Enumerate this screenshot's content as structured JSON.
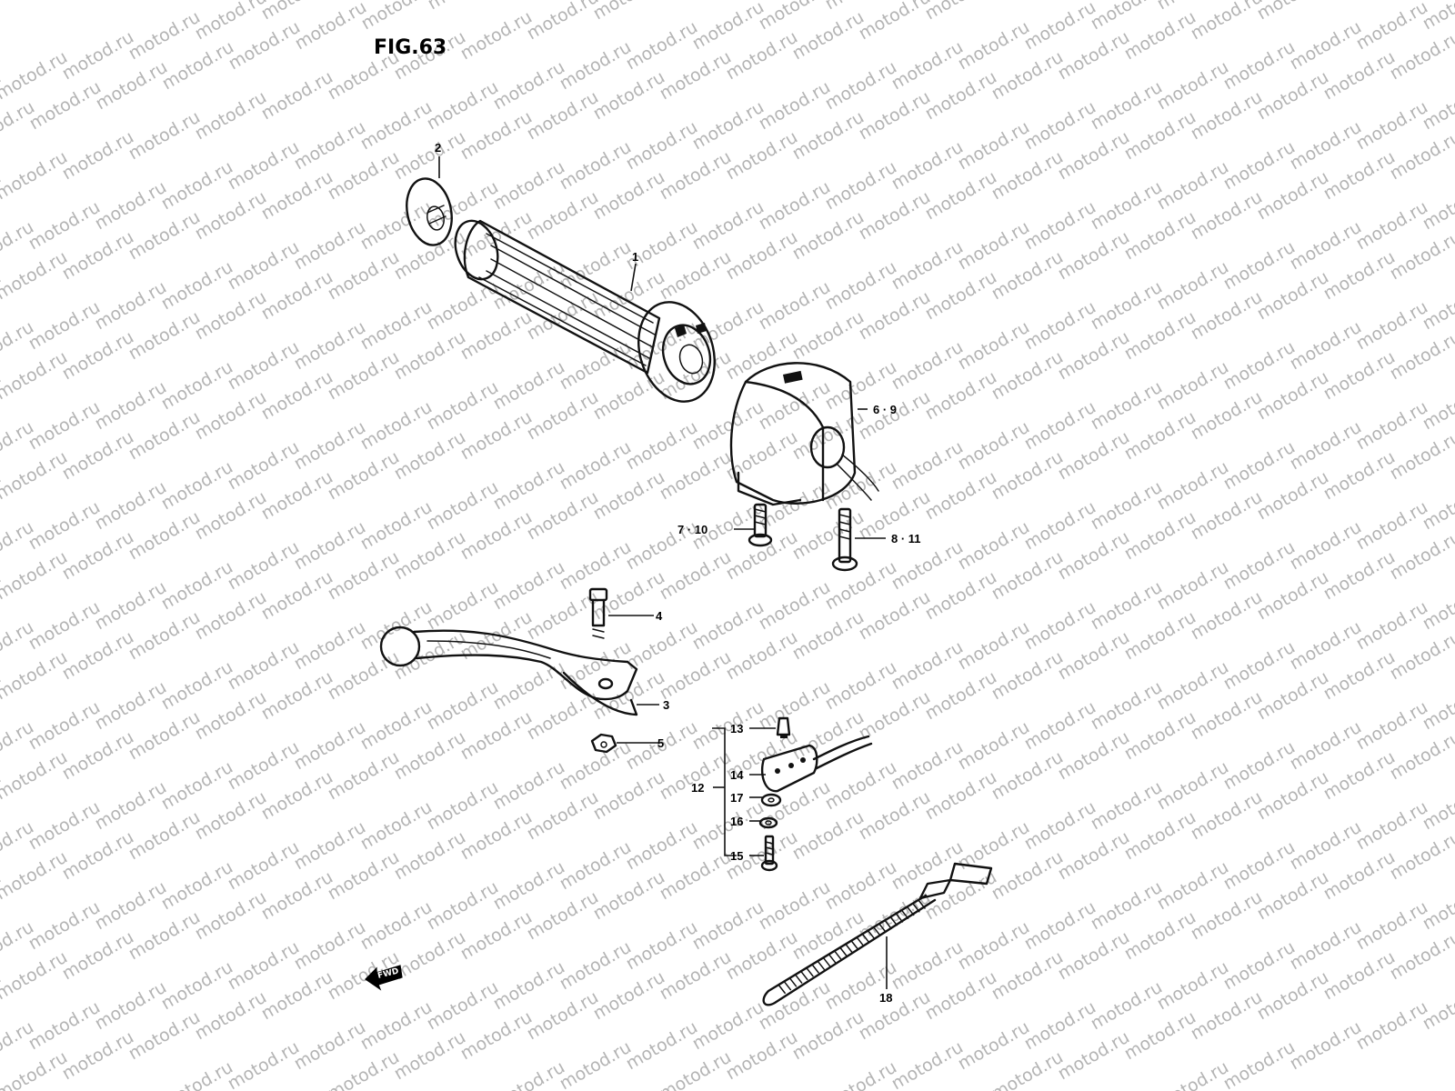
{
  "figure": {
    "title": "FIG.63"
  },
  "watermark": {
    "text": "motod.ru"
  },
  "direction_marker": {
    "text": "FWD"
  },
  "callouts": {
    "c1": "1",
    "c2": "2",
    "c3": "3",
    "c4": "4",
    "c5": "5",
    "c6_9": "6 · 9",
    "c7_10": "7 · 10",
    "c8_11": "8 · 11",
    "c12": "12",
    "c13": "13",
    "c14": "14",
    "c15": "15",
    "c16": "16",
    "c17": "17",
    "c18": "18"
  }
}
